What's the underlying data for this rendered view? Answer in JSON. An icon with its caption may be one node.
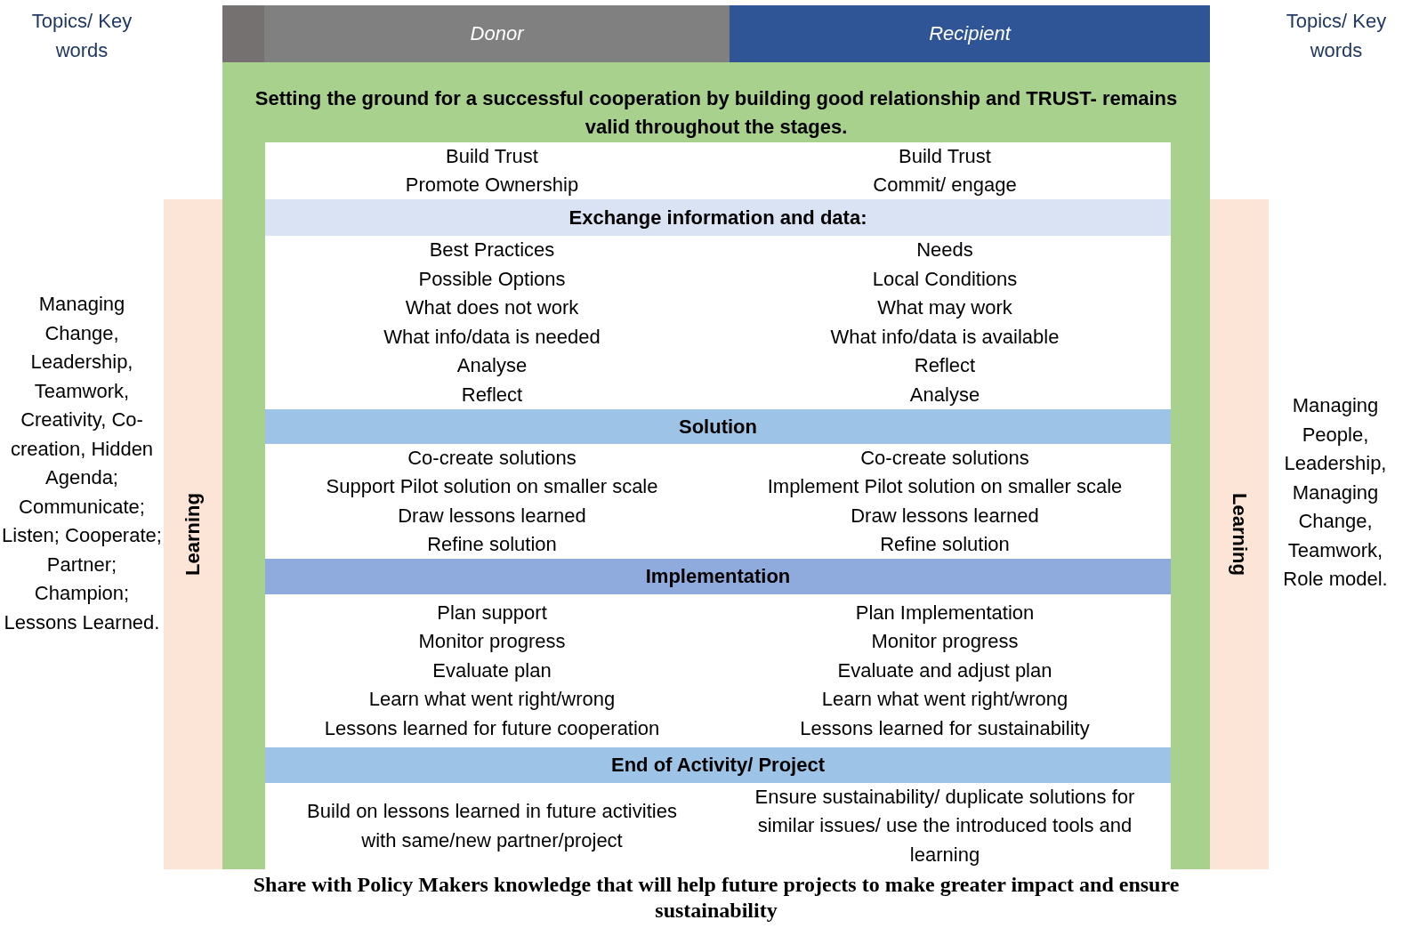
{
  "diagram": {
    "caption": "Share with Policy Makers knowledge that will help future projects to make greater impact and ensure sustainability",
    "nodes": [
      {
        "text": [
          "Donor"
        ]
      },
      {
        "text": [
          "Recipient"
        ]
      },
      {
        "text": [
          "Setting the ground for a successful cooperation by building good relationship and TRUST- remains valid throughout the stages."
        ]
      },
      {
        "text": [
          "Build Trust",
          "Promote Ownership"
        ],
        "in": 2
      },
      {
        "text": [
          "Build Trust",
          "Commit/ engage"
        ],
        "in": 2
      },
      {
        "text": [
          "Exchange information and data:"
        ],
        "in": 2
      },
      {
        "text": [
          "Best Practices",
          "Possible Options",
          "What does not work",
          "What info/data is needed",
          "Analyse",
          "Reflect"
        ],
        "in": 2
      },
      {
        "text": [
          "Needs",
          "Local Conditions",
          "What may work",
          "What info/data is available",
          "Reflect",
          "Analyse"
        ],
        "in": 2
      },
      {
        "text": [
          "Solution"
        ],
        "in": 2
      },
      {
        "text": [
          "Co-create solutions",
          "Support Pilot solution on smaller scale",
          "Draw lessons learned",
          "Refine solution"
        ],
        "in": 2
      },
      {
        "text": [
          "Co-create solutions",
          "Implement Pilot solution on smaller scale",
          "Draw lessons learned",
          "Refine solution"
        ],
        "in": 2
      },
      {
        "text": [
          "Implementation"
        ],
        "in": 2
      },
      {
        "text": [
          "Plan support",
          "Monitor progress",
          "Evaluate plan",
          "Learn what went right/wrong",
          "Lessons learned for future cooperation"
        ],
        "in": 2
      },
      {
        "text": [
          "Plan Implementation",
          "Monitor progress",
          "Evaluate and adjust plan",
          "Learn what went right/wrong",
          "Lessons learned for sustainability"
        ],
        "in": 2
      },
      {
        "text": [
          "End of Activity/ Project"
        ],
        "in": 2
      },
      {
        "text": [
          "Build on lessons learned in future activities with same/new partner/project"
        ],
        "in": 2
      },
      {
        "text": [
          "Ensure sustainability/ duplicate solutions for similar issues/ use the introduced tools and learning"
        ],
        "in": 2
      },
      {
        "text": [
          "Learning"
        ]
      },
      {
        "text": [
          "Learning"
        ]
      }
    ],
    "labels": [
      "Topics/ Key words",
      "Topics/ Key words",
      "Managing Change, Leadership, Teamwork, Creativity, Co-creation, Hidden Agenda; Communicate; Listen; Cooperate; Partner; Champion; Lessons Learned.",
      "Managing People, Leadership, Managing Change, Teamwork, Role model."
    ]
  }
}
